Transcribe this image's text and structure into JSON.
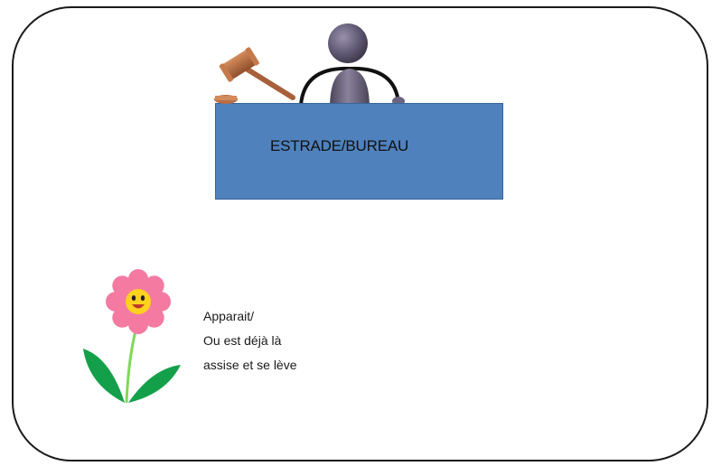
{
  "desk": {
    "label": "ESTRADE/BUREAU",
    "color": "#4f81bd"
  },
  "figures": {
    "judge_icon": "judge-person-icon",
    "gavel_icon": "gavel-icon",
    "flower_icon": "smiling-flower-icon"
  },
  "caption": {
    "lines": [
      "Apparait/",
      "Ou est déjà là",
      "assise et se lève"
    ]
  },
  "colors": {
    "frame_border": "#1a1a1a",
    "petals": "#f47aa2",
    "flower_center": "#ffd21f",
    "leaves": "#14a04a",
    "person": "#5c5470",
    "gavel": "#b36b44"
  }
}
